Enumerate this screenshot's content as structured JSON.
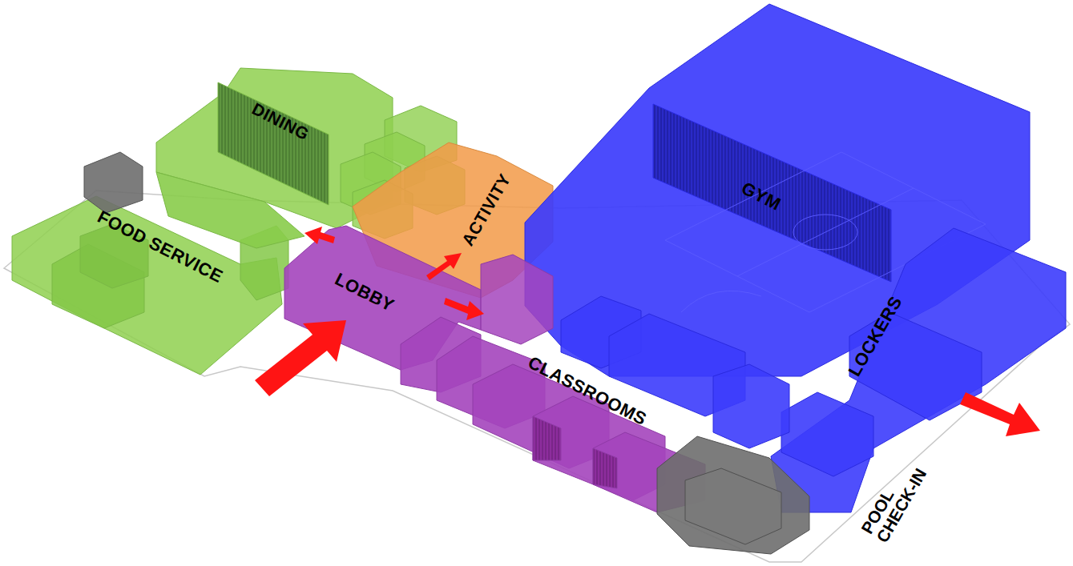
{
  "diagram": {
    "nodes": [
      {
        "text": [
          "DINING"
        ]
      },
      {
        "text": [
          "FOOD SERVICE"
        ]
      },
      {
        "text": [
          "ACTIVITY"
        ]
      },
      {
        "text": [
          "GYM"
        ]
      },
      {
        "text": [
          "LOBBY"
        ]
      },
      {
        "text": [
          "LOCKERS"
        ]
      },
      {
        "text": [
          "CLASSROOMS"
        ]
      }
    ],
    "labels": [
      "POOL CHECK-IN"
    ]
  }
}
